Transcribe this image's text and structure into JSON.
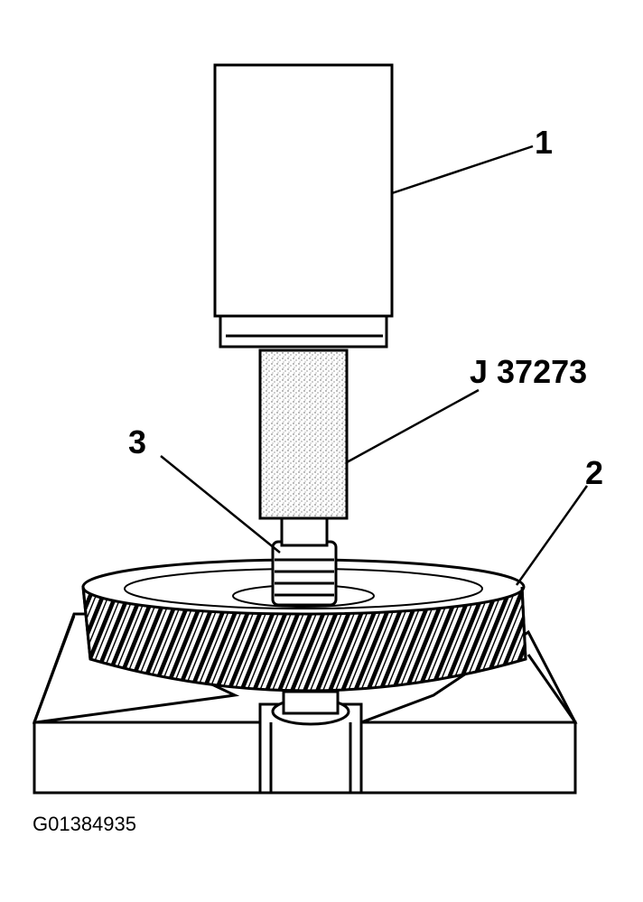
{
  "callouts": {
    "one": "1",
    "two": "2",
    "three": "3",
    "tool": "J 37273"
  },
  "figure_id": "G01384935",
  "colors": {
    "ink": "#000000",
    "paper": "#ffffff",
    "stipple": "#9a9a9a"
  }
}
